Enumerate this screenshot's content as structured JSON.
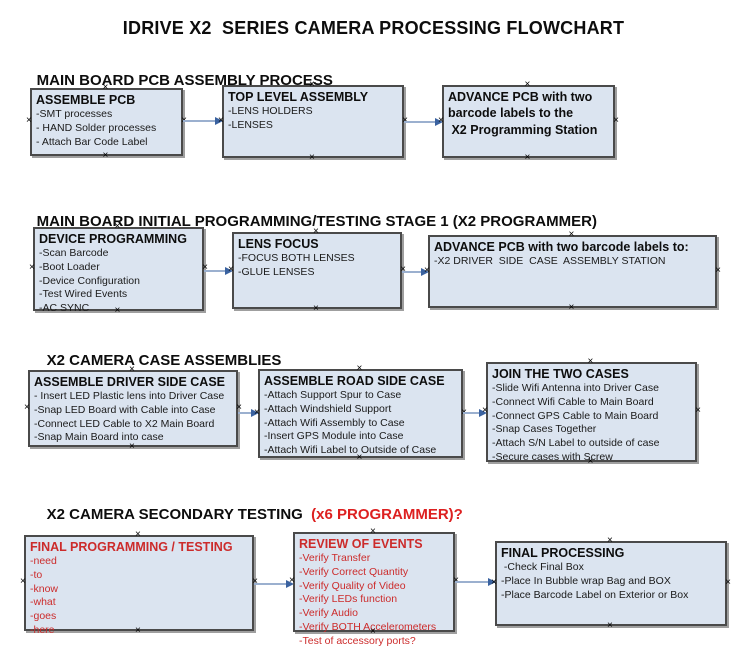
{
  "title": "IDRIVE X2  SERIES CAMERA PROCESSING FLOWCHART",
  "colors": {
    "box_fill": "#dbe4f0",
    "box_border": "#4a4a4a",
    "red_text": "#cc2b2b",
    "red_header": "#dd2020",
    "connector_line": "#9bb0cf",
    "connector_arrow": "#3a62a0"
  },
  "icons": {
    "connection_marker": "×"
  },
  "sections": [
    {
      "header": "MAIN BOARD PCB ASSEMBLY PROCESS",
      "header_red": "",
      "boxes": [
        {
          "title": "ASSEMBLE PCB",
          "items": [
            "-SMT processes",
            "- HAND Solder processes",
            "- Attach Bar Code Label"
          ]
        },
        {
          "title": "TOP LEVEL ASSEMBLY",
          "items": [
            "-LENS HOLDERS",
            "-LENSES"
          ]
        },
        {
          "title": "ADVANCE PCB with two",
          "items": [
            "barcode labels to the",
            " X2 Programming Station"
          ]
        }
      ]
    },
    {
      "header": "MAIN BOARD INITIAL PROGRAMMING/TESTING STAGE 1 (X2 PROGRAMMER)",
      "header_red": "",
      "boxes": [
        {
          "title": "DEVICE PROGRAMMING",
          "items": [
            "-Scan Barcode",
            "-Boot Loader",
            "-Device Configuration",
            "-Test Wired Events",
            "-AC SYNC"
          ]
        },
        {
          "title": "LENS FOCUS",
          "items": [
            "-FOCUS BOTH LENSES",
            "-GLUE LENSES"
          ]
        },
        {
          "title": "ADVANCE PCB with two barcode labels to:",
          "items": [
            "-X2 DRIVER  SIDE  CASE  ASSEMBLY STATION"
          ]
        }
      ]
    },
    {
      "header": "X2 CAMERA CASE ASSEMBLIES",
      "header_red": "",
      "boxes": [
        {
          "title": "ASSEMBLE DRIVER SIDE CASE",
          "items": [
            "- Insert LED Plastic lens into Driver Case",
            "-Snap LED Board with Cable into Case",
            "-Connect LED Cable to X2 Main Board",
            "-Snap Main Board into case"
          ]
        },
        {
          "title": "ASSEMBLE ROAD SIDE CASE",
          "items": [
            "-Attach Support Spur to Case",
            "-Attach Windshield Support",
            "-Attach Wifi Assembly to Case",
            "-Insert GPS Module into Case",
            "-Attach Wifi Label to Outside of Case"
          ]
        },
        {
          "title": "JOIN THE TWO CASES",
          "items": [
            "-Slide Wifi Antenna into Driver Case",
            "-Connect Wifi Cable to Main Board",
            "-Connect GPS Cable to Main Board",
            "-Snap Cases Together",
            "-Attach S/N Label to outside of case",
            "-Secure cases with Screw"
          ]
        }
      ]
    },
    {
      "header": "X2 CAMERA SECONDARY TESTING  ",
      "header_red": "(x6 PROGRAMMER)?",
      "boxes": [
        {
          "title": "FINAL PROGRAMMING / TESTING",
          "items": [
            "-need",
            "-to",
            "-know",
            "-what",
            "-goes",
            "-here"
          ]
        },
        {
          "title": "REVIEW OF EVENTS",
          "items": [
            "-Verify Transfer",
            "-Verify Correct Quantity",
            "-Verify Quality of Video",
            "-Verify LEDs function",
            "-Verify Audio",
            "-Verify BOTH Accelerometers",
            "-Test of accessory ports?"
          ]
        },
        {
          "title": "FINAL PROCESSING",
          "items": [
            " -Check Final Box",
            "-Place In Bubble wrap Bag and BOX",
            "-Place Barcode Label on Exterior or Box"
          ]
        }
      ]
    }
  ]
}
